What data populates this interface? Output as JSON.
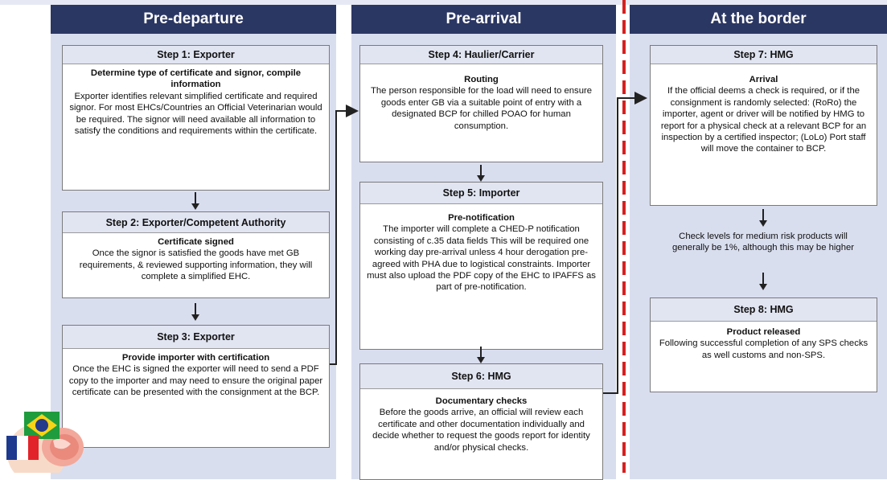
{
  "columns": {
    "pre_departure": "Pre-departure",
    "pre_arrival": "Pre-arrival",
    "at_border": "At the border"
  },
  "steps": {
    "s1": {
      "title": "Step 1: Exporter",
      "subtitle": "Determine type of certificate and signor, compile information",
      "text": "Exporter identifies relevant simplified  certificate and required signor. For most EHCs/Countries an Official Veterinarian would be required. The signor will need available all information to satisfy the conditions and requirements within the certificate."
    },
    "s2": {
      "title": "Step 2: Exporter/Competent Authority",
      "subtitle": "Certificate signed",
      "text": "Once the signor is satisfied the goods have met GB requirements, & reviewed supporting information, they will complete a simplified EHC."
    },
    "s3": {
      "title": "Step 3: Exporter",
      "subtitle": "Provide importer with certification",
      "text": "Once the EHC is signed the exporter will need to send a PDF copy to the importer and may need to  ensure the original paper certificate can be presented with the consignment at the BCP."
    },
    "s4": {
      "title": "Step 4: Haulier/Carrier",
      "subtitle": "Routing",
      "text": "The person responsible for the load will need to ensure goods enter GB via a suitable point of entry with a designated BCP for chilled POAO for human consumption."
    },
    "s5": {
      "title": "Step 5: Importer",
      "subtitle": "Pre-notification",
      "text": "The importer will complete a CHED-P notification consisting of c.35 data fields This will be required one working day  pre-arrival unless 4 hour derogation pre-agreed with PHA due to logistical constraints. Importer must also upload the PDF copy of the EHC to IPAFFS as part of pre-notification."
    },
    "s6": {
      "title": "Step 6: HMG",
      "subtitle": "Documentary checks",
      "text": "Before the goods arrive, an official  will review each certificate and other documentation individually and decide whether to request the goods report for identity and/or physical checks."
    },
    "s7": {
      "title": "Step 7: HMG",
      "subtitle": "Arrival",
      "text": "If the official deems a check is required, or if the consignment is randomly selected: (RoRo) the importer, agent or driver will be notified by HMG to report for a physical check at a relevant BCP for an inspection by a certified inspector; (LoLo) Port staff will move the container to BCP."
    },
    "s8": {
      "title": "Step 8: HMG",
      "subtitle": "Product released",
      "text": "Following successful completion of any SPS checks as well customs and non-SPS."
    }
  },
  "check_levels": "Check levels for medium risk products will generally be 1%, although this may be higher",
  "colors": {
    "header": "#2b3763",
    "column_bg": "#d9deef",
    "step_title_bg": "#e1e5f2",
    "border_line": "#d62020"
  },
  "icons": [
    "brazil-flag-icon",
    "france-flag-icon",
    "meat-icon"
  ]
}
